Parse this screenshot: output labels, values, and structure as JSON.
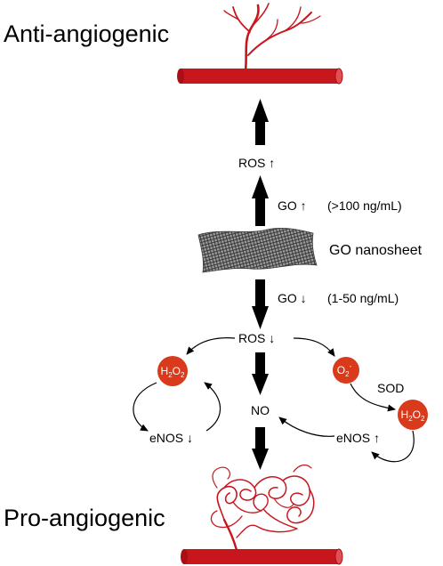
{
  "labels": {
    "anti_angiogenic": "Anti-angiogenic",
    "pro_angiogenic": "Pro-angiogenic",
    "go_nanosheet": "GO nanosheet",
    "ros_up": "ROS ↑",
    "go_up": "GO ↑",
    "high_dose": "(>100 ng/mL)",
    "go_down": "GO ↓",
    "low_dose": "(1-50 ng/mL)",
    "ros_down": "ROS ↓",
    "no": "NO",
    "sod": "SOD",
    "enos_down": "eNOS ↓",
    "enos_up": "eNOS ↑"
  },
  "molecules": {
    "h2o2": {
      "base": "H",
      "sub1": "2",
      "mid": "O",
      "sub2": "2"
    },
    "o2_minus": {
      "base": "O",
      "sub": "2",
      "sup": "-"
    }
  },
  "colors": {
    "vessel_red": "#c8161d",
    "molecule_red": "#d93a1c",
    "arrow_black": "#000000"
  }
}
